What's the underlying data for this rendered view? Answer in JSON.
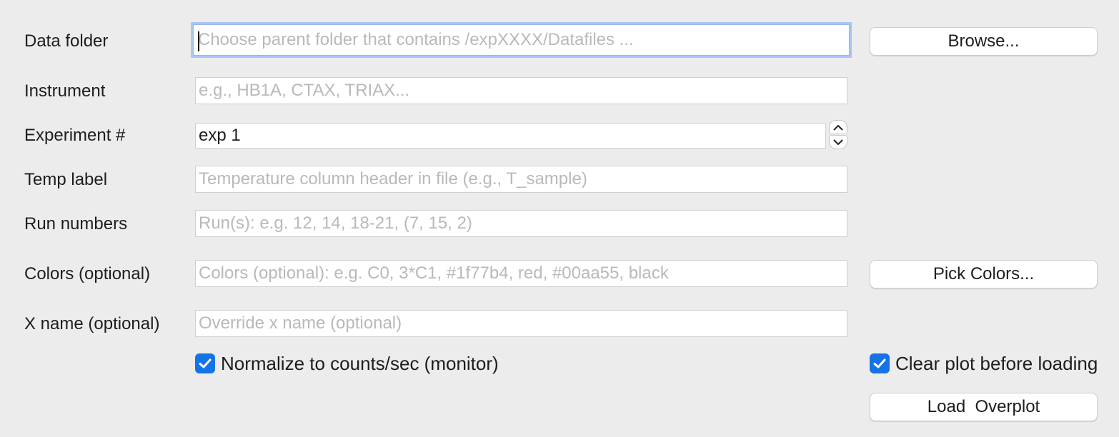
{
  "form": {
    "data_folder": {
      "label": "Data folder",
      "placeholder": "Choose parent folder that contains /expXXXX/Datafiles ...",
      "value": ""
    },
    "instrument": {
      "label": "Instrument",
      "placeholder": "e.g., HB1A, CTAX, TRIAX...",
      "value": ""
    },
    "experiment": {
      "label": "Experiment #",
      "value": "exp 1"
    },
    "temp_label": {
      "label": "Temp label",
      "placeholder": "Temperature column header in file (e.g., T_sample)",
      "value": ""
    },
    "run_numbers": {
      "label": "Run numbers",
      "placeholder": "Run(s): e.g. 12, 14, 18-21, (7, 15, 2)",
      "value": ""
    },
    "colors": {
      "label": "Colors (optional)",
      "placeholder": "Colors (optional): e.g. C0, 3*C1, #1f77b4, red, #00aa55, black",
      "value": ""
    },
    "x_name": {
      "label": "X name (optional)",
      "placeholder": "Override x name (optional)",
      "value": ""
    }
  },
  "buttons": {
    "browse": "Browse...",
    "pick_colors": "Pick Colors...",
    "load_overplot": "Load  Overplot"
  },
  "checkboxes": {
    "normalize": {
      "label": "Normalize to counts/sec (monitor)",
      "checked": true
    },
    "clear_plot": {
      "label": "Clear plot before loading",
      "checked": true
    }
  },
  "icons": {
    "stepper_up": "chevron-up-icon",
    "stepper_down": "chevron-down-icon",
    "checkmark": "checkmark-icon"
  },
  "colors": {
    "background": "#ececec",
    "accent": "#1473e6",
    "focus_ring": "#a9c5f3",
    "placeholder": "#b9b9b9"
  }
}
